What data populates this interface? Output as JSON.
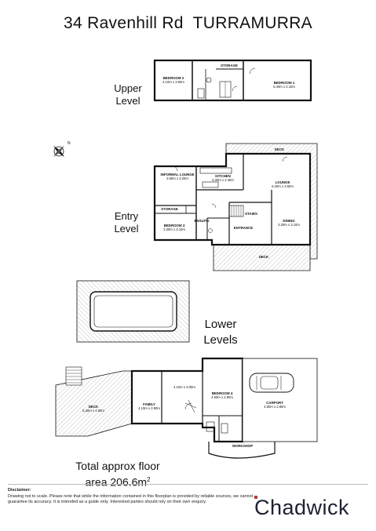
{
  "header": {
    "title": "34 Ravenhill Rd  TURRAMURRA"
  },
  "levels": {
    "upper": "Upper Level",
    "entry": "Entry Level",
    "lower": "Lower Levels"
  },
  "rooms": {
    "bedroom2": {
      "name": "BEDROOM 2",
      "size": "4.10m x 3.50m"
    },
    "storage_upper": {
      "name": "STORAGE"
    },
    "bedroom1": {
      "name": "BEDROOM 1",
      "size": "5.40m x 4.10m"
    },
    "deck_entry": {
      "name": "DECK"
    },
    "informal_lounge": {
      "name": "INFORMAL LOUNGE",
      "size": "3.60m x 3.20m"
    },
    "kitchen": {
      "name": "KITCHEN",
      "size": "4.00m x 2.40m"
    },
    "lounge": {
      "name": "LOUNGE",
      "size": "5.20m x 3.50m"
    },
    "storage_entry": {
      "name": "STORAGE"
    },
    "stairs": {
      "name": "STAIRS"
    },
    "ensuite": {
      "name": "ENSUITE"
    },
    "bedroom3": {
      "name": "BEDROOM 3",
      "size": "3.30m x 3.10m"
    },
    "entrance": {
      "name": "ENTRANCE"
    },
    "dining": {
      "name": "DINING",
      "size": "3.30m x 3.10m"
    },
    "deck_lower_entry": {
      "name": "DECK"
    },
    "deck_lower": {
      "name": "DECK",
      "size": "6.30m x 4.90m"
    },
    "family": {
      "name": "FAMILY",
      "size": "4.10m x 2.80m"
    },
    "rumpus": {
      "size": "4.10m x 3.00m"
    },
    "bedroom4": {
      "name": "BEDROOM 4",
      "size": "4.50m x 2.80m"
    },
    "carport": {
      "name": "CARPORT",
      "size": "4.50m x 2.80m"
    },
    "workshop": {
      "name": "WORKSHOP"
    }
  },
  "total": {
    "line1": "Total approx floor",
    "line2": "area 206.6m",
    "unit_sup": "2"
  },
  "disclaimer": {
    "heading": "Disclaimer:",
    "text": "Drawing not to scale. Please note that while the information contained in this floorplan is provided by reliable sources, we cannot guarantee its accuracy. It is intended as a guide only. Interested parties should rely on their own enquiry."
  },
  "brand": {
    "name": "Chadwick",
    "accent_color": "#b73a3f",
    "text_color": "#1d2133"
  },
  "icons": {
    "compass": "compass-rose-icon",
    "car": "car-icon"
  }
}
